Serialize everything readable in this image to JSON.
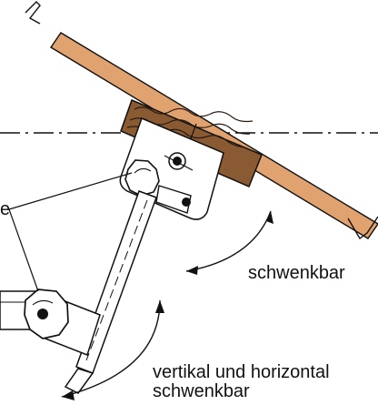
{
  "labels": {
    "left_fragment": "e",
    "swivel": "schwenkbar",
    "vertical_horizontal_line1": "vertikal und horizontal",
    "vertical_horizontal_line2": "schwenkbar"
  },
  "colors": {
    "line": "#111111",
    "board_fill": "#e0a26f",
    "wood_fill": "#8a5a33",
    "wood_grain": "#2a1a10",
    "background": "#ffffff"
  }
}
